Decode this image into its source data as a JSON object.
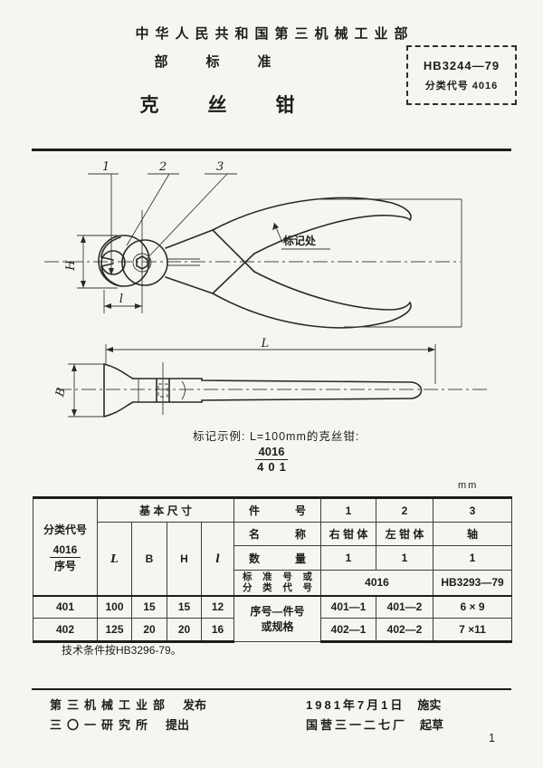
{
  "page": {
    "number": "1",
    "unit": "mm"
  },
  "header": {
    "ministry": "中华人民共和国第三机械工业部",
    "standard_type": "部标准",
    "title": "克丝钳",
    "code": "HB3244—79",
    "class_code": "分类代号 4016"
  },
  "figure1": {
    "label_1": "1",
    "label_2": "2",
    "label_3": "3",
    "marking_note": "标记处",
    "dim_h": "H",
    "dim_l": "l"
  },
  "figure2": {
    "dim_L": "L",
    "dim_B": "B"
  },
  "marking_example": {
    "lead": "标记示例: L=100mm的克丝钳:",
    "numerator": "4016",
    "denominator": "401"
  },
  "table": {
    "class_code_header": "分类代号",
    "class_fraction_top": "4016",
    "class_fraction_bottom": "序号",
    "basic_dims_header": "基 本 尺 寸",
    "col_L": "L",
    "col_B": "B",
    "col_H": "H",
    "col_l": "l",
    "row_label_part_no": "件　号",
    "row_label_name": "名　称",
    "row_label_qty": "数　量",
    "row_label_std_1": "标 准 号 或",
    "row_label_std_2": "分 类 代 号",
    "row_label_serial_1": "序号—件号",
    "row_label_serial_2": "或规格",
    "part_no_1": "1",
    "part_no_2": "2",
    "part_no_3": "3",
    "name_1": "右 钳 体",
    "name_2": "左 钳 体",
    "name_3": "轴",
    "qty_1": "1",
    "qty_2": "1",
    "qty_3": "1",
    "std_span": "4016",
    "std_3": "HB3293—79",
    "rows": [
      {
        "code": "401",
        "L": "100",
        "B": "15",
        "H": "15",
        "l": "12",
        "c1": "401—1",
        "c2": "401—2",
        "c3": "6 × 9"
      },
      {
        "code": "402",
        "L": "125",
        "B": "20",
        "H": "20",
        "l": "16",
        "c1": "402—1",
        "c2": "402—2",
        "c3": "7 ×11"
      }
    ]
  },
  "notes": {
    "tech": "技术条件按HB3296-79。"
  },
  "footer": {
    "publisher": "第三机械工业部",
    "publisher_suffix": "发布",
    "proposer": "三〇一研究所",
    "proposer_suffix": "提出",
    "implement_date": "1981年7月1日",
    "implement_suffix": "施实",
    "drafter": "国营三一二七厂",
    "drafter_suffix": "起草"
  }
}
